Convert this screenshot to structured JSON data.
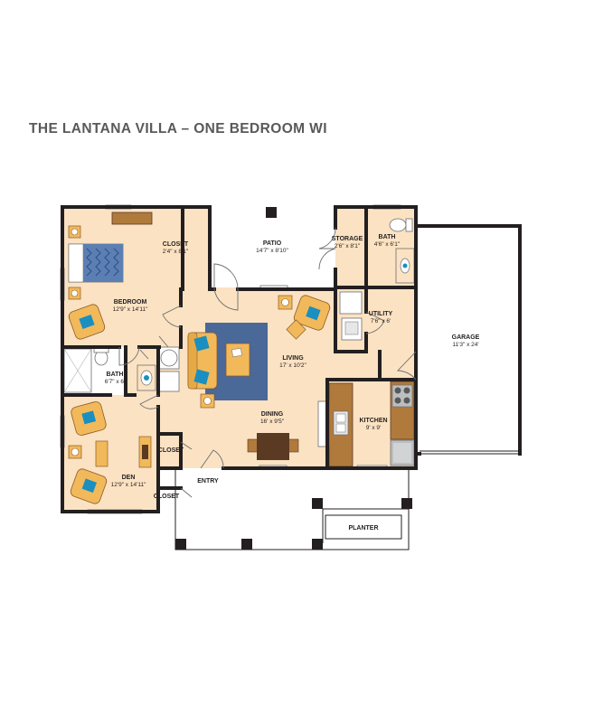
{
  "title": "THE LANTANA VILLA – ONE BEDROOM WI",
  "rooms": {
    "closet_top": {
      "name": "CLOSET",
      "dim": "2'4\" x 8'1\""
    },
    "patio": {
      "name": "PATIO",
      "dim": "14'7\" x 8'10\""
    },
    "storage": {
      "name": "STORAGE",
      "dim": "2'6\" x 8'1\""
    },
    "bath_top": {
      "name": "BATH",
      "dim": "4'6\" x 6'1\""
    },
    "bedroom": {
      "name": "BEDROOM",
      "dim": "12'9\" x 14'11\""
    },
    "utility": {
      "name": "UTILITY",
      "dim": "7'6\" x 6'"
    },
    "garage": {
      "name": "GARAGE",
      "dim": "11'3\" x 24'"
    },
    "living": {
      "name": "LIVING",
      "dim": "17' x 10'2\""
    },
    "bath_left": {
      "name": "BATH",
      "dim": "6'7\" x 6'"
    },
    "dining": {
      "name": "DINING",
      "dim": "16' x 9'5\""
    },
    "kitchen": {
      "name": "KITCHEN",
      "dim": "9' x 9'"
    },
    "den": {
      "name": "DEN",
      "dim": "12'9\" x 14'11\""
    }
  },
  "labels": {
    "closet_mid": "CLOSET",
    "closet_low": "CLOSET",
    "entry": "ENTRY",
    "planter": "PLANTER"
  },
  "colors": {
    "floor": "#fbe2c2",
    "wall": "#231f20",
    "rug": "#4a6898",
    "furniture": "#f2b95a",
    "wood": "#b07a3c",
    "dark_wood": "#5a3a22",
    "pillow": "#1a8fc0",
    "text": "#58595b"
  }
}
